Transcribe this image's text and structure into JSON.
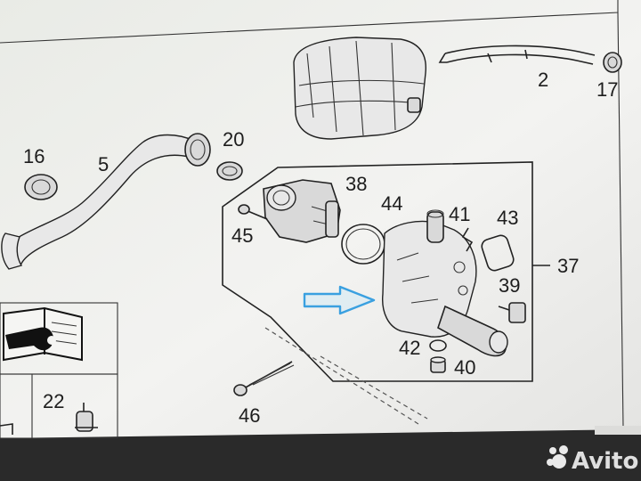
{
  "callouts": {
    "c16": "16",
    "c5": "5",
    "c20": "20",
    "c2": "2",
    "c17": "17",
    "c38": "38",
    "c44": "44",
    "c41": "41",
    "c43": "43",
    "c45": "45",
    "c37": "37",
    "c39": "39",
    "c42": "42",
    "c40": "40",
    "c22": "22",
    "c46": "46"
  },
  "watermark": {
    "brand": "Avito"
  },
  "colors": {
    "paper": "#f1f1ef",
    "ink": "#1d1d1d",
    "arrow": "#3aa0e0",
    "bezel": "#2a2a2a"
  },
  "icons": {
    "book": "book-icon",
    "wrench": "wrench-icon",
    "brand": "avito-dots-icon"
  }
}
